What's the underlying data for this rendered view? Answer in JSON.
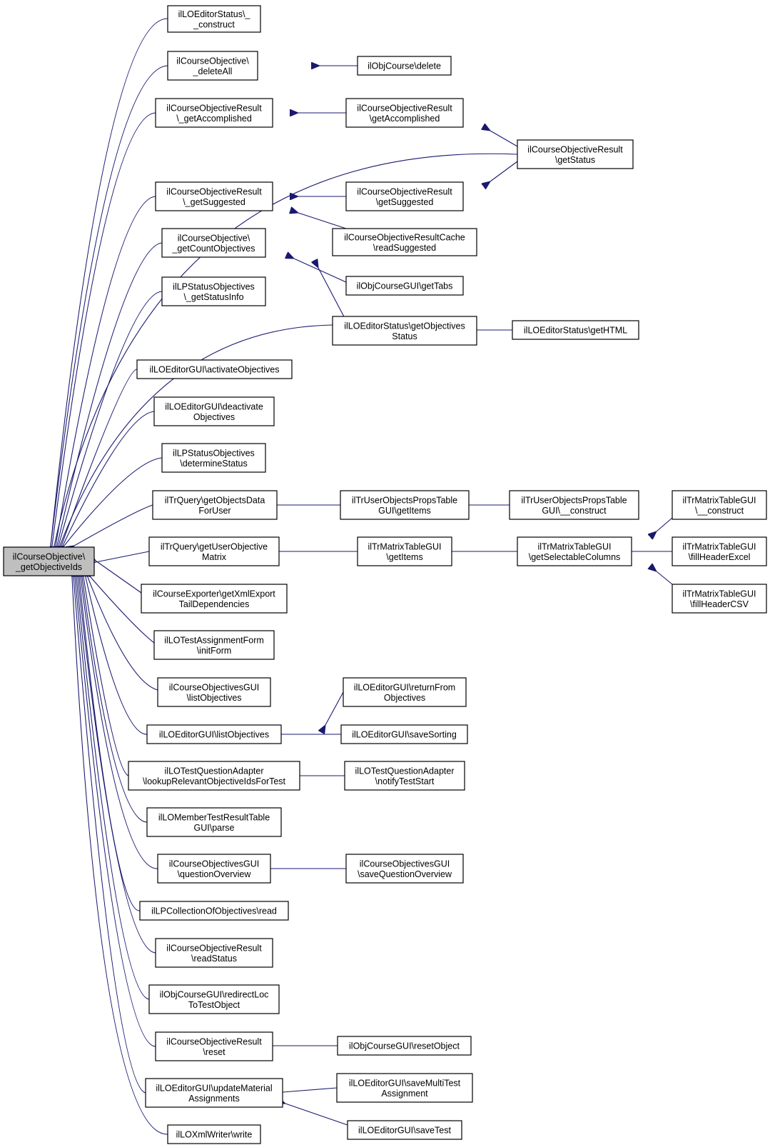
{
  "diagram": {
    "type": "doxygen caller graph",
    "edge_color": "#191970",
    "focus_color": "#bfbfbf",
    "nodes": [
      {
        "id": "focus",
        "lines": [
          "ilCourseObjective\\",
          "_getObjectiveIds"
        ],
        "focus": true
      },
      {
        "id": "n1",
        "lines": [
          "ilLOEditorStatus\\_",
          "_construct"
        ]
      },
      {
        "id": "n2",
        "lines": [
          "ilCourseObjective\\",
          "_deleteAll"
        ]
      },
      {
        "id": "n3",
        "lines": [
          "ilObjCourse\\delete"
        ]
      },
      {
        "id": "n4",
        "lines": [
          "ilCourseObjectiveResult",
          "\\_getAccomplished"
        ]
      },
      {
        "id": "n5",
        "lines": [
          "ilCourseObjectiveResult",
          "\\getAccomplished"
        ]
      },
      {
        "id": "n6",
        "lines": [
          "ilCourseObjectiveResult",
          "\\getStatus"
        ]
      },
      {
        "id": "n7",
        "lines": [
          "ilCourseObjectiveResult",
          "\\_getSuggested"
        ]
      },
      {
        "id": "n8",
        "lines": [
          "ilCourseObjectiveResult",
          "\\getSuggested"
        ]
      },
      {
        "id": "n9",
        "lines": [
          "ilCourseObjectiveResultCache",
          "\\readSuggested"
        ]
      },
      {
        "id": "n10",
        "lines": [
          "ilCourseObjective\\",
          "_getCountObjectives"
        ]
      },
      {
        "id": "n11",
        "lines": [
          "ilObjCourseGUI\\getTabs"
        ]
      },
      {
        "id": "n12",
        "lines": [
          "ilLPStatusObjectives",
          "\\_getStatusInfo"
        ]
      },
      {
        "id": "n13",
        "lines": [
          "ilLOEditorStatus\\getObjectives",
          "Status"
        ]
      },
      {
        "id": "n14",
        "lines": [
          "ilLOEditorStatus\\getHTML"
        ]
      },
      {
        "id": "n15",
        "lines": [
          "ilLOEditorGUI\\activateObjectives"
        ]
      },
      {
        "id": "n16",
        "lines": [
          "ilLOEditorGUI\\deactivate",
          "Objectives"
        ]
      },
      {
        "id": "n17",
        "lines": [
          "ilLPStatusObjectives",
          "\\determineStatus"
        ]
      },
      {
        "id": "n18",
        "lines": [
          "ilTrQuery\\getObjectsData",
          "ForUser"
        ]
      },
      {
        "id": "n19",
        "lines": [
          "ilTrUserObjectsPropsTable",
          "GUI\\getItems"
        ]
      },
      {
        "id": "n20",
        "lines": [
          "ilTrUserObjectsPropsTable",
          "GUI\\__construct"
        ]
      },
      {
        "id": "n21",
        "lines": [
          "ilTrMatrixTableGUI",
          "\\__construct"
        ]
      },
      {
        "id": "n22",
        "lines": [
          "ilTrQuery\\getUserObjective",
          "Matrix"
        ]
      },
      {
        "id": "n23",
        "lines": [
          "ilTrMatrixTableGUI",
          "\\getItems"
        ]
      },
      {
        "id": "n24",
        "lines": [
          "ilTrMatrixTableGUI",
          "\\getSelectableColumns"
        ]
      },
      {
        "id": "n25",
        "lines": [
          "ilTrMatrixTableGUI",
          "\\fillHeaderExcel"
        ]
      },
      {
        "id": "n26",
        "lines": [
          "ilTrMatrixTableGUI",
          "\\fillHeaderCSV"
        ]
      },
      {
        "id": "n27",
        "lines": [
          "ilCourseExporter\\getXmlExport",
          "TailDependencies"
        ]
      },
      {
        "id": "n28",
        "lines": [
          "ilLOTestAssignmentForm",
          "\\initForm"
        ]
      },
      {
        "id": "n29",
        "lines": [
          "ilCourseObjectivesGUI",
          "\\listObjectives"
        ]
      },
      {
        "id": "n30",
        "lines": [
          "ilLOEditorGUI\\returnFrom",
          "Objectives"
        ]
      },
      {
        "id": "n31",
        "lines": [
          "ilLOEditorGUI\\listObjectives"
        ]
      },
      {
        "id": "n32",
        "lines": [
          "ilLOEditorGUI\\saveSorting"
        ]
      },
      {
        "id": "n33",
        "lines": [
          "ilLOTestQuestionAdapter",
          "\\lookupRelevantObjectiveIdsForTest"
        ]
      },
      {
        "id": "n34",
        "lines": [
          "ilLOTestQuestionAdapter",
          "\\notifyTestStart"
        ]
      },
      {
        "id": "n35",
        "lines": [
          "ilLOMemberTestResultTable",
          "GUI\\parse"
        ]
      },
      {
        "id": "n36",
        "lines": [
          "ilCourseObjectivesGUI",
          "\\questionOverview"
        ]
      },
      {
        "id": "n37",
        "lines": [
          "ilCourseObjectivesGUI",
          "\\saveQuestionOverview"
        ]
      },
      {
        "id": "n38",
        "lines": [
          "ilLPCollectionOfObjectives\\read"
        ]
      },
      {
        "id": "n39",
        "lines": [
          "ilCourseObjectiveResult",
          "\\readStatus"
        ]
      },
      {
        "id": "n40",
        "lines": [
          "ilObjCourseGUI\\redirectLoc",
          "ToTestObject"
        ]
      },
      {
        "id": "n41",
        "lines": [
          "ilCourseObjectiveResult",
          "\\reset"
        ]
      },
      {
        "id": "n42",
        "lines": [
          "ilObjCourseGUI\\resetObject"
        ]
      },
      {
        "id": "n43",
        "lines": [
          "ilLOEditorGUI\\updateMaterial",
          "Assignments"
        ]
      },
      {
        "id": "n44",
        "lines": [
          "ilLOEditorGUI\\saveMultiTest",
          "Assignment"
        ]
      },
      {
        "id": "n45",
        "lines": [
          "ilLOEditorGUI\\saveTest"
        ]
      },
      {
        "id": "n46",
        "lines": [
          "ilLOXmlWriter\\write"
        ]
      }
    ]
  }
}
